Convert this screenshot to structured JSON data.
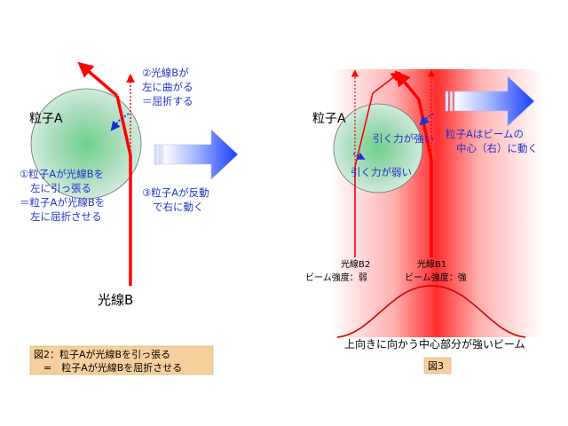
{
  "fig2": {
    "particle_label": "粒子A",
    "ray_label": "光線B",
    "note2_lines": [
      "②光線Bが",
      "左に曲がる",
      "＝屈折する"
    ],
    "note1_lines": [
      "①粒子Aが光線Bを",
      "左に引っ張る",
      "＝粒子Aが光線Bを",
      "左に屈折させる"
    ],
    "note3_lines": [
      "③粒子Aが反動",
      "で右に動く"
    ],
    "caption_lines": [
      "図2：粒子Aが光線Bを引っ張る",
      "　=　粒子Aが光線Bを屈折させる"
    ]
  },
  "fig3": {
    "particle_label": "粒子A",
    "strong_pull": "引く力が強い",
    "weak_pull": "引く力が弱い",
    "move_lines": [
      "粒子Aはビームの",
      "中心（右）に動く"
    ],
    "ray_b2": [
      "光線B2",
      "ビーム強度：弱"
    ],
    "ray_b1": [
      "光線B1",
      "ビーム強度：強"
    ],
    "beam_caption": "上向きに向かう中心部分が強いビーム",
    "fig_label": "図3"
  },
  "colors": {
    "ray": "#ff0000",
    "note_text": "#2233cc",
    "particle": "#9ed8b0",
    "caption_bg": "#f7cf9c"
  }
}
